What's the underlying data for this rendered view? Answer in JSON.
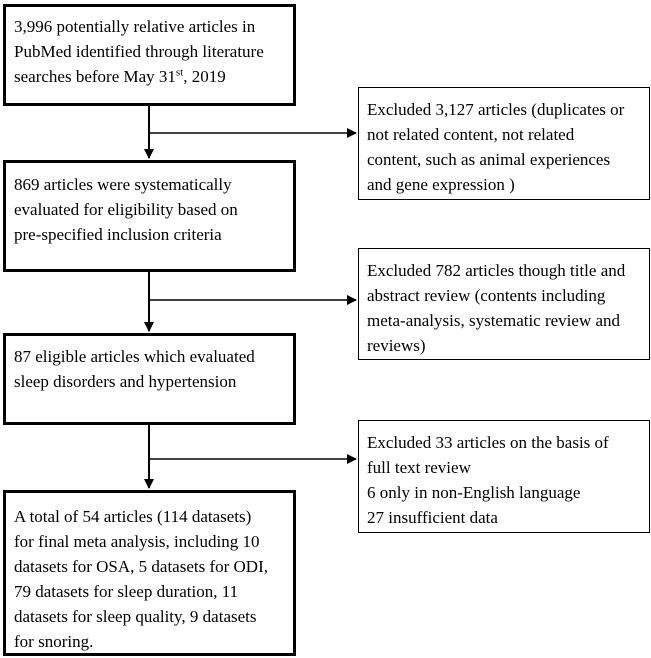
{
  "boxes": {
    "identified": {
      "pre": "3,996 potentially relative articles in\nPubMed identified through literature\nsearches before May 31",
      "sup": "st",
      "post": ", 2019"
    },
    "screened": "869 articles were systematically\nevaluated for eligibility based on\npre-specified inclusion criteria",
    "eligible": "87 eligible articles which evaluated\nsleep disorders and hypertension",
    "included": "A total of 54 articles (114 datasets)\nfor final meta analysis, including 10\ndatasets for OSA, 5 datasets for ODI,\n79 datasets for sleep duration, 11\ndatasets for sleep quality, 9 datasets\nfor snoring."
  },
  "exclusions": {
    "first": "Excluded 3,127 articles (duplicates or\nnot related content, not related\ncontent, such as animal experiences\nand gene expression )",
    "second": "Excluded 782 articles though title and\nabstract review (contents including\nmeta-analysis, systematic review and\nreviews)",
    "third": "Excluded 33 articles on the basis of\nfull text review\n6 only in non-English language\n27 insufficient data"
  }
}
